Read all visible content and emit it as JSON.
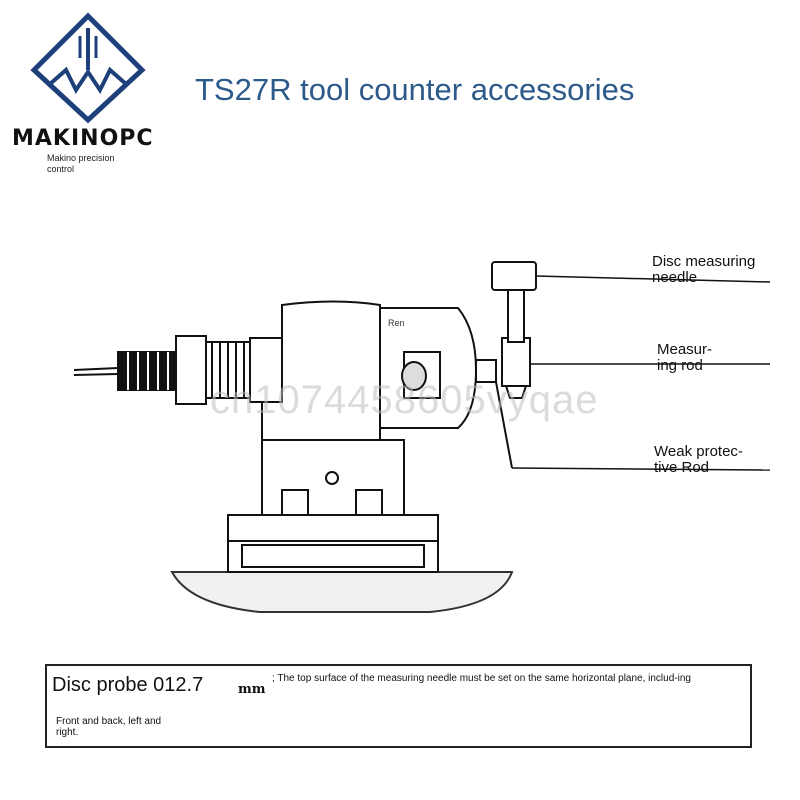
{
  "brand": {
    "name": "MAKINOPC",
    "subtitle": "Makino precision control",
    "accent_color": "#1d3f7a"
  },
  "title": "TS27R tool counter accessories",
  "drawing": {
    "engraving": "Ren",
    "watermark": "cn1074458605vyqae"
  },
  "callouts": [
    {
      "label": "Disc measuring needle"
    },
    {
      "label": "Measur-ing rod"
    },
    {
      "label": "Weak protec-tive Rod"
    }
  ],
  "note": {
    "main": "Disc probe 012.7",
    "unit": "mm",
    "detail": "; The top surface of the measuring needle must be set on the same horizontal plane, includ-ing",
    "sub": "Front and back, left and right."
  }
}
